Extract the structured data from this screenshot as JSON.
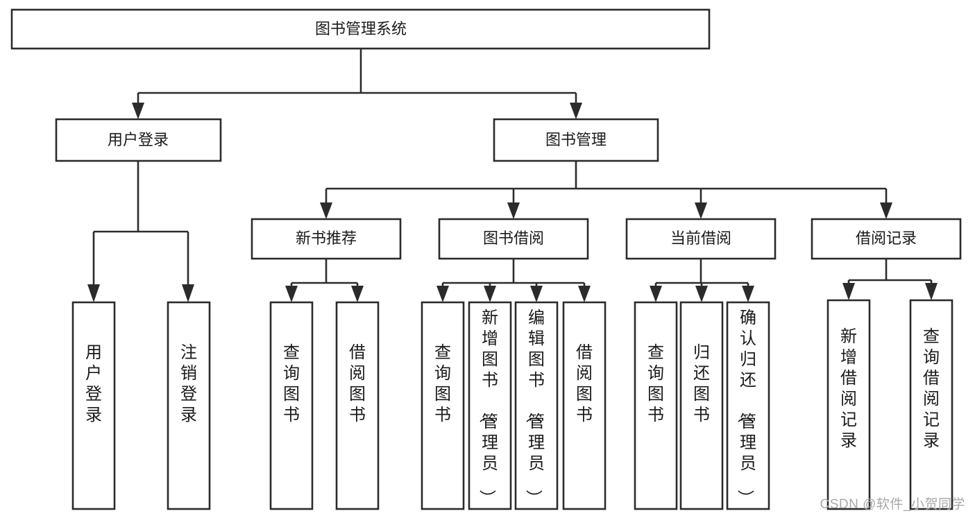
{
  "diagram": {
    "type": "tree-hierarchy-chart",
    "title": "图书管理系统",
    "watermark": "CSDN @软件_小贺同学",
    "colors": {
      "stroke": "#2b2b2b",
      "box_fill": "#ffffff",
      "text": "#1a1a1a",
      "background": "#ffffff",
      "watermark": "#a8a8a8"
    },
    "root": {
      "label": "图书管理系统",
      "orientation": "horizontal"
    },
    "level2": [
      {
        "id": "user-login",
        "label": "用户登录",
        "orientation": "horizontal"
      },
      {
        "id": "book-manage",
        "label": "图书管理",
        "orientation": "horizontal"
      }
    ],
    "level3": [
      {
        "id": "new-book-recommend",
        "label": "新书推荐",
        "parent": "book-manage",
        "orientation": "horizontal"
      },
      {
        "id": "book-borrow",
        "label": "图书借阅",
        "parent": "book-manage",
        "orientation": "horizontal"
      },
      {
        "id": "current-borrow",
        "label": "当前借阅",
        "parent": "book-manage",
        "orientation": "horizontal"
      },
      {
        "id": "borrow-record",
        "label": "借阅记录",
        "parent": "book-manage",
        "orientation": "horizontal"
      }
    ],
    "leaves": [
      {
        "id": "leaf-user-login",
        "label": "用户登录",
        "parent": "user-login",
        "orientation": "vertical"
      },
      {
        "id": "leaf-logout-login",
        "label": "注销登录",
        "parent": "user-login",
        "orientation": "vertical"
      },
      {
        "id": "leaf-query-book-1",
        "label": "查询图书",
        "parent": "new-book-recommend",
        "orientation": "vertical"
      },
      {
        "id": "leaf-borrow-book-1",
        "label": "借阅图书",
        "parent": "new-book-recommend",
        "orientation": "vertical"
      },
      {
        "id": "leaf-query-book-2",
        "label": "查询图书",
        "parent": "book-borrow",
        "orientation": "vertical"
      },
      {
        "id": "leaf-add-book",
        "label": "新增图书（管理员）",
        "parent": "book-borrow",
        "orientation": "vertical"
      },
      {
        "id": "leaf-edit-book",
        "label": "编辑图书（管理员）",
        "parent": "book-borrow",
        "orientation": "vertical"
      },
      {
        "id": "leaf-borrow-book-2",
        "label": "借阅图书",
        "parent": "book-borrow",
        "orientation": "vertical"
      },
      {
        "id": "leaf-query-book-3",
        "label": "查询图书",
        "parent": "current-borrow",
        "orientation": "vertical"
      },
      {
        "id": "leaf-return-book",
        "label": "归还图书",
        "parent": "current-borrow",
        "orientation": "vertical"
      },
      {
        "id": "leaf-confirm-return",
        "label": "确认归还（管理员）",
        "parent": "current-borrow",
        "orientation": "vertical"
      },
      {
        "id": "leaf-add-record",
        "label": "新增借阅记录",
        "parent": "borrow-record",
        "orientation": "vertical"
      },
      {
        "id": "leaf-query-record",
        "label": "查询借阅记录",
        "parent": "borrow-record",
        "orientation": "vertical"
      }
    ]
  }
}
